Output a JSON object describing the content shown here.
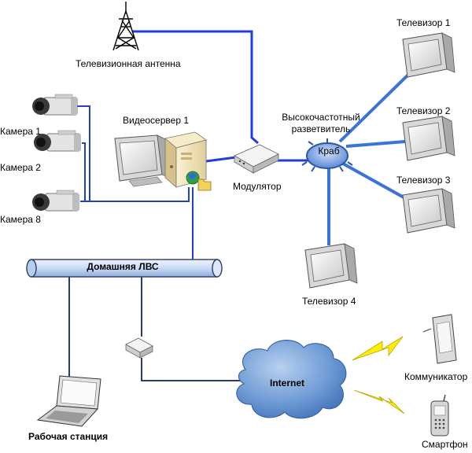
{
  "labels": {
    "antenna": "Телевизионная антенна",
    "videoserver": "Видеосервер 1",
    "camera1": "Камера 1",
    "camera2": "Камера 2",
    "camera8": "Камера 8",
    "modulator": "Модулятор",
    "splitter_line1": "Высокочастотный",
    "splitter_line2": "разветвитель",
    "krab": "Краб",
    "tv1": "Телевизор 1",
    "tv2": "Телевизор 2",
    "tv3": "Телевизор 3",
    "tv4": "Телевизор 4",
    "lan": "Домашняя ЛВС",
    "internet": "Internet",
    "workstation": "Рабочая станция",
    "communicator": "Коммуникатор",
    "smartphone": "Смартфон"
  },
  "colors": {
    "link_blue": "#1f3fd6",
    "splitter_blue": "#3b74d9",
    "lan_pipe": "#c9dcf5",
    "cloud": "#5d8fce",
    "lightning": "#ffee00"
  }
}
